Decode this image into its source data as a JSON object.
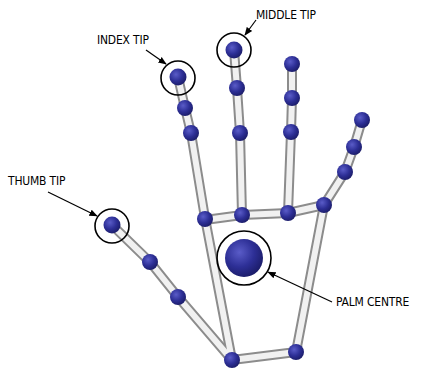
{
  "diagram": {
    "labels": [
      "INDEX TIP",
      "MIDDLE TIP",
      "THUMB TIP",
      "PALM CENTRE"
    ]
  }
}
